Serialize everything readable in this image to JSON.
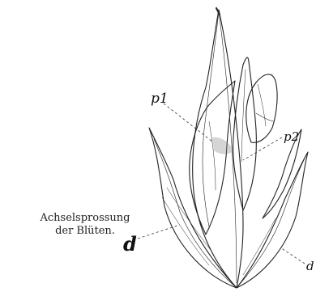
{
  "caption": {
    "line1": "Achselsprossung",
    "line2": "der Blüten."
  },
  "labels": {
    "p1": "p1",
    "p2": "p2",
    "d": "d",
    "d2": "d"
  }
}
